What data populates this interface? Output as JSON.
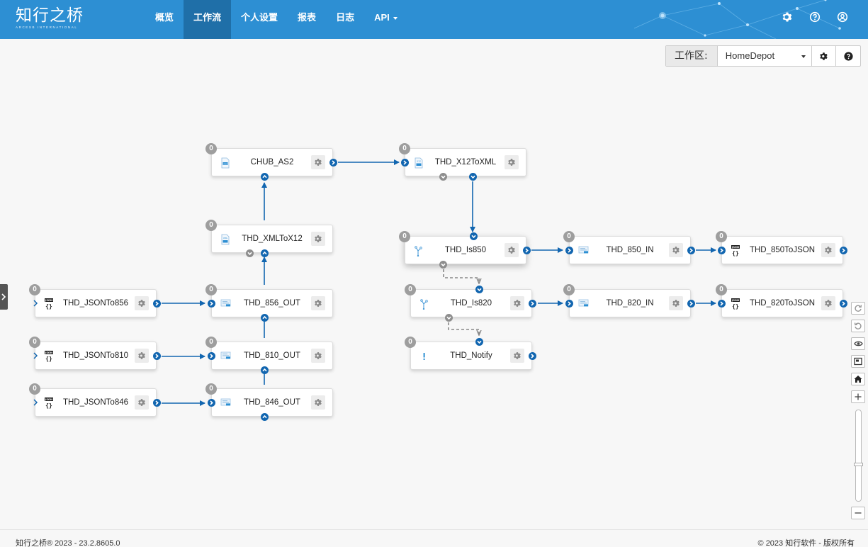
{
  "app": {
    "logo_text": "知行之桥",
    "logo_sub": "ARCESB INTERNATIONAL"
  },
  "nav": {
    "items": [
      {
        "label": "概览"
      },
      {
        "label": "工作流"
      },
      {
        "label": "个人设置"
      },
      {
        "label": "报表"
      },
      {
        "label": "日志"
      },
      {
        "label": "API"
      }
    ]
  },
  "workspace": {
    "label": "工作区:",
    "selected": "HomeDepot"
  },
  "colors": {
    "nav_bg": "#2d8fd3",
    "nav_active": "#1f6fa8",
    "port_blue": "#1266b0",
    "badge_grey": "#9e9e9e"
  },
  "nodes": [
    {
      "id": "chub_as2",
      "label": "CHUB_AS2",
      "count": "0",
      "icon": "as2-icon"
    },
    {
      "id": "thd_x12toxml",
      "label": "THD_X12ToXML",
      "count": "0",
      "icon": "x12-document-icon"
    },
    {
      "id": "thd_xmltox12",
      "label": "THD_XMLToX12",
      "count": "0",
      "icon": "xml-document-icon"
    },
    {
      "id": "thd_is850",
      "label": "THD_Is850",
      "count": "0",
      "icon": "branch-icon"
    },
    {
      "id": "thd_850_in",
      "label": "THD_850_IN",
      "count": "0",
      "icon": "mapping-icon"
    },
    {
      "id": "thd_850tojson",
      "label": "THD_850ToJSON",
      "count": "0",
      "icon": "json-icon"
    },
    {
      "id": "thd_jsonto856",
      "label": "THD_JSONTo856",
      "count": "0",
      "icon": "json-icon"
    },
    {
      "id": "thd_856_out",
      "label": "THD_856_OUT",
      "count": "0",
      "icon": "mapping-icon"
    },
    {
      "id": "thd_is820",
      "label": "THD_Is820",
      "count": "0",
      "icon": "branch-icon"
    },
    {
      "id": "thd_820_in",
      "label": "THD_820_IN",
      "count": "0",
      "icon": "mapping-icon"
    },
    {
      "id": "thd_820tojson",
      "label": "THD_820ToJSON",
      "count": "0",
      "icon": "json-icon"
    },
    {
      "id": "thd_jsonto810",
      "label": "THD_JSONTo810",
      "count": "0",
      "icon": "json-icon"
    },
    {
      "id": "thd_810_out",
      "label": "THD_810_OUT",
      "count": "0",
      "icon": "mapping-icon"
    },
    {
      "id": "thd_notify",
      "label": "THD_Notify",
      "count": "0",
      "icon": "notify-icon"
    },
    {
      "id": "thd_jsonto846",
      "label": "THD_JSONTo846",
      "count": "0",
      "icon": "json-icon"
    },
    {
      "id": "thd_846_out",
      "label": "THD_846_OUT",
      "count": "0",
      "icon": "mapping-icon"
    }
  ],
  "footer": {
    "left": "知行之桥® 2023 - 23.2.8605.0",
    "right": "© 2023 知行软件 - 版权所有"
  }
}
